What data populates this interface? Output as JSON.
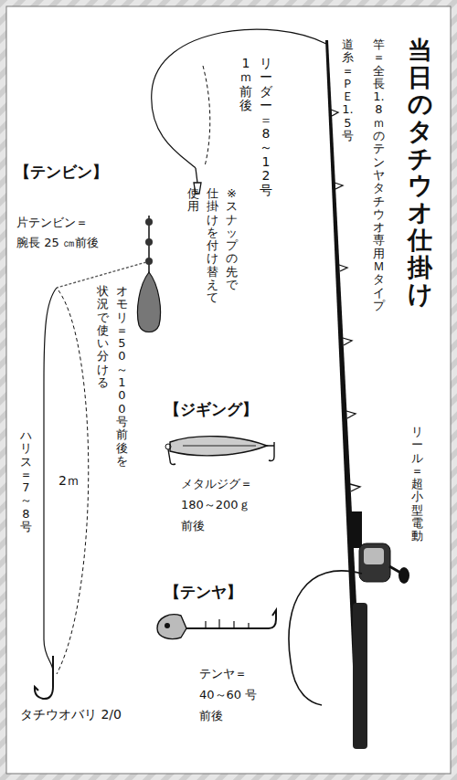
{
  "diagram": {
    "title": "当日のタチウオ仕掛け",
    "labels": [
      "竿＝全長1.8ｍのテンヤタチウオ専用Ｍタイプ",
      "道糸＝ＰＥ1.5号",
      "リーダー＝8～12号",
      "1ｍ前後",
      "※スナップの先で",
      "仕掛けを付け替えて",
      "使用",
      "【テンビン】",
      "片テンビン＝",
      "腕長 25 ㎝前後",
      "オモリ＝50～100号前後を",
      "状況で使い分ける",
      "ハリス＝7～8号",
      "2ｍ",
      "タチウオバリ 2/0",
      "【ジギング】",
      "メタルジグ＝",
      "180～200ｇ",
      "前後",
      "【テンヤ】",
      "テンヤ＝",
      "40～60 号",
      "前後",
      "リール＝超小型電動"
    ]
  }
}
